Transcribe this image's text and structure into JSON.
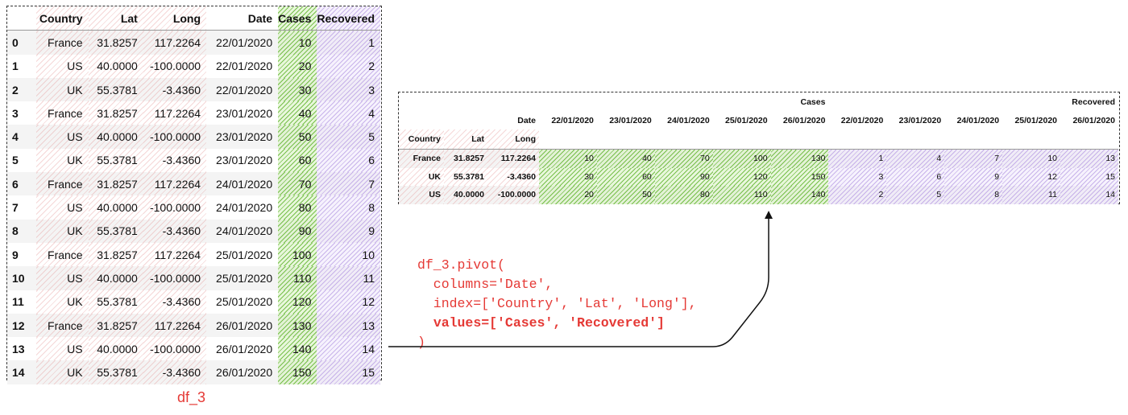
{
  "df3": {
    "label": "df_3",
    "columns": [
      "Country",
      "Lat",
      "Long",
      "Date",
      "Cases",
      "Recovered"
    ],
    "rows": [
      {
        "idx": "0",
        "country": "France",
        "lat": "31.8257",
        "long": "117.2264",
        "date": "22/01/2020",
        "cases": "10",
        "recovered": "1"
      },
      {
        "idx": "1",
        "country": "US",
        "lat": "40.0000",
        "long": "-100.0000",
        "date": "22/01/2020",
        "cases": "20",
        "recovered": "2"
      },
      {
        "idx": "2",
        "country": "UK",
        "lat": "55.3781",
        "long": "-3.4360",
        "date": "22/01/2020",
        "cases": "30",
        "recovered": "3"
      },
      {
        "idx": "3",
        "country": "France",
        "lat": "31.8257",
        "long": "117.2264",
        "date": "23/01/2020",
        "cases": "40",
        "recovered": "4"
      },
      {
        "idx": "4",
        "country": "US",
        "lat": "40.0000",
        "long": "-100.0000",
        "date": "23/01/2020",
        "cases": "50",
        "recovered": "5"
      },
      {
        "idx": "5",
        "country": "UK",
        "lat": "55.3781",
        "long": "-3.4360",
        "date": "23/01/2020",
        "cases": "60",
        "recovered": "6"
      },
      {
        "idx": "6",
        "country": "France",
        "lat": "31.8257",
        "long": "117.2264",
        "date": "24/01/2020",
        "cases": "70",
        "recovered": "7"
      },
      {
        "idx": "7",
        "country": "US",
        "lat": "40.0000",
        "long": "-100.0000",
        "date": "24/01/2020",
        "cases": "80",
        "recovered": "8"
      },
      {
        "idx": "8",
        "country": "UK",
        "lat": "55.3781",
        "long": "-3.4360",
        "date": "24/01/2020",
        "cases": "90",
        "recovered": "9"
      },
      {
        "idx": "9",
        "country": "France",
        "lat": "31.8257",
        "long": "117.2264",
        "date": "25/01/2020",
        "cases": "100",
        "recovered": "10"
      },
      {
        "idx": "10",
        "country": "US",
        "lat": "40.0000",
        "long": "-100.0000",
        "date": "25/01/2020",
        "cases": "110",
        "recovered": "11"
      },
      {
        "idx": "11",
        "country": "UK",
        "lat": "55.3781",
        "long": "-3.4360",
        "date": "25/01/2020",
        "cases": "120",
        "recovered": "12"
      },
      {
        "idx": "12",
        "country": "France",
        "lat": "31.8257",
        "long": "117.2264",
        "date": "26/01/2020",
        "cases": "130",
        "recovered": "13"
      },
      {
        "idx": "13",
        "country": "US",
        "lat": "40.0000",
        "long": "-100.0000",
        "date": "26/01/2020",
        "cases": "140",
        "recovered": "14"
      },
      {
        "idx": "14",
        "country": "UK",
        "lat": "55.3781",
        "long": "-3.4360",
        "date": "26/01/2020",
        "cases": "150",
        "recovered": "15"
      }
    ]
  },
  "pivot": {
    "value_groups": [
      "Cases",
      "Recovered"
    ],
    "columns_name": "Date",
    "dates": [
      "22/01/2020",
      "23/01/2020",
      "24/01/2020",
      "25/01/2020",
      "26/01/2020"
    ],
    "index_names": [
      "Country",
      "Lat",
      "Long"
    ],
    "rows": [
      {
        "country": "France",
        "lat": "31.8257",
        "long": "117.2264",
        "cases": [
          "10",
          "40",
          "70",
          "100",
          "130"
        ],
        "recovered": [
          "1",
          "4",
          "7",
          "10",
          "13"
        ]
      },
      {
        "country": "UK",
        "lat": "55.3781",
        "long": "-3.4360",
        "cases": [
          "30",
          "60",
          "90",
          "120",
          "150"
        ],
        "recovered": [
          "3",
          "6",
          "9",
          "12",
          "15"
        ]
      },
      {
        "country": "US",
        "lat": "40.0000",
        "long": "-100.0000",
        "cases": [
          "20",
          "50",
          "80",
          "110",
          "140"
        ],
        "recovered": [
          "2",
          "5",
          "8",
          "11",
          "14"
        ]
      }
    ]
  },
  "code": {
    "line1": "df_3.pivot(",
    "line2": "  columns='Date',",
    "line3": "  index=['Country', 'Lat', 'Long'],",
    "line4": "  values=['Cases', 'Recovered']",
    "line5": ")"
  },
  "colors": {
    "code_text": "#e53935",
    "label_text": "#e53935",
    "cases_hatch": "#5cb228",
    "recovered_hatch": "#b092e0",
    "index_hatch": "#e28c8c"
  }
}
